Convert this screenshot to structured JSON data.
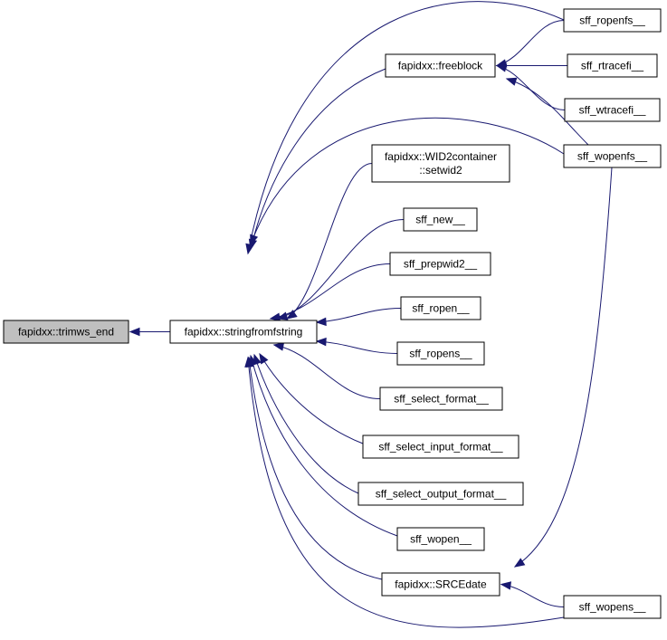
{
  "diagram": {
    "type": "call-graph",
    "nodes": [
      {
        "id": "trimws_end",
        "label": [
          "fapidxx::trimws_end"
        ],
        "highlight": true
      },
      {
        "id": "stringfromfstring",
        "label": [
          "fapidxx::stringfromfstring"
        ]
      },
      {
        "id": "freeblock",
        "label": [
          "fapidxx::freeblock"
        ]
      },
      {
        "id": "setwid2",
        "label": [
          "fapidxx::WID2container",
          "::setwid2"
        ]
      },
      {
        "id": "sff_new",
        "label": [
          "sff_new__"
        ]
      },
      {
        "id": "sff_prepwid2",
        "label": [
          "sff_prepwid2__"
        ]
      },
      {
        "id": "sff_ropen",
        "label": [
          "sff_ropen__"
        ]
      },
      {
        "id": "sff_ropens",
        "label": [
          "sff_ropens__"
        ]
      },
      {
        "id": "sff_select_format",
        "label": [
          "sff_select_format__"
        ]
      },
      {
        "id": "sff_select_input_format",
        "label": [
          "sff_select_input_format__"
        ]
      },
      {
        "id": "sff_select_output_format",
        "label": [
          "sff_select_output_format__"
        ]
      },
      {
        "id": "sff_wopen",
        "label": [
          "sff_wopen__"
        ]
      },
      {
        "id": "srcedate",
        "label": [
          "fapidxx::SRCEdate"
        ]
      },
      {
        "id": "sff_ropenfs",
        "label": [
          "sff_ropenfs__"
        ]
      },
      {
        "id": "sff_rtracefi",
        "label": [
          "sff_rtracefi__"
        ]
      },
      {
        "id": "sff_wtracefi",
        "label": [
          "sff_wtracefi__"
        ]
      },
      {
        "id": "sff_wopenfs",
        "label": [
          "sff_wopenfs__"
        ]
      },
      {
        "id": "sff_wopens",
        "label": [
          "sff_wopens__"
        ]
      }
    ],
    "edges": [
      {
        "from": "stringfromfstring",
        "to": "trimws_end"
      },
      {
        "from": "freeblock",
        "to": "stringfromfstring"
      },
      {
        "from": "setwid2",
        "to": "stringfromfstring"
      },
      {
        "from": "sff_new",
        "to": "stringfromfstring"
      },
      {
        "from": "sff_prepwid2",
        "to": "stringfromfstring"
      },
      {
        "from": "sff_ropen",
        "to": "stringfromfstring"
      },
      {
        "from": "sff_ropens",
        "to": "stringfromfstring"
      },
      {
        "from": "sff_select_format",
        "to": "stringfromfstring"
      },
      {
        "from": "sff_select_input_format",
        "to": "stringfromfstring"
      },
      {
        "from": "sff_select_output_format",
        "to": "stringfromfstring"
      },
      {
        "from": "sff_wopen",
        "to": "stringfromfstring"
      },
      {
        "from": "srcedate",
        "to": "stringfromfstring"
      },
      {
        "from": "sff_ropenfs",
        "to": "stringfromfstring"
      },
      {
        "from": "sff_wopenfs",
        "to": "stringfromfstring"
      },
      {
        "from": "sff_wopens",
        "to": "stringfromfstring"
      },
      {
        "from": "sff_ropenfs",
        "to": "freeblock"
      },
      {
        "from": "sff_rtracefi",
        "to": "freeblock"
      },
      {
        "from": "sff_wtracefi",
        "to": "freeblock"
      },
      {
        "from": "sff_wopenfs",
        "to": "freeblock"
      },
      {
        "from": "sff_wopenfs",
        "to": "srcedate"
      },
      {
        "from": "sff_wopens",
        "to": "srcedate"
      }
    ],
    "colors": {
      "edge": "#191970",
      "highlight_fill": "#bfbfbf",
      "node_fill": "#ffffff",
      "node_stroke": "#000000"
    }
  }
}
